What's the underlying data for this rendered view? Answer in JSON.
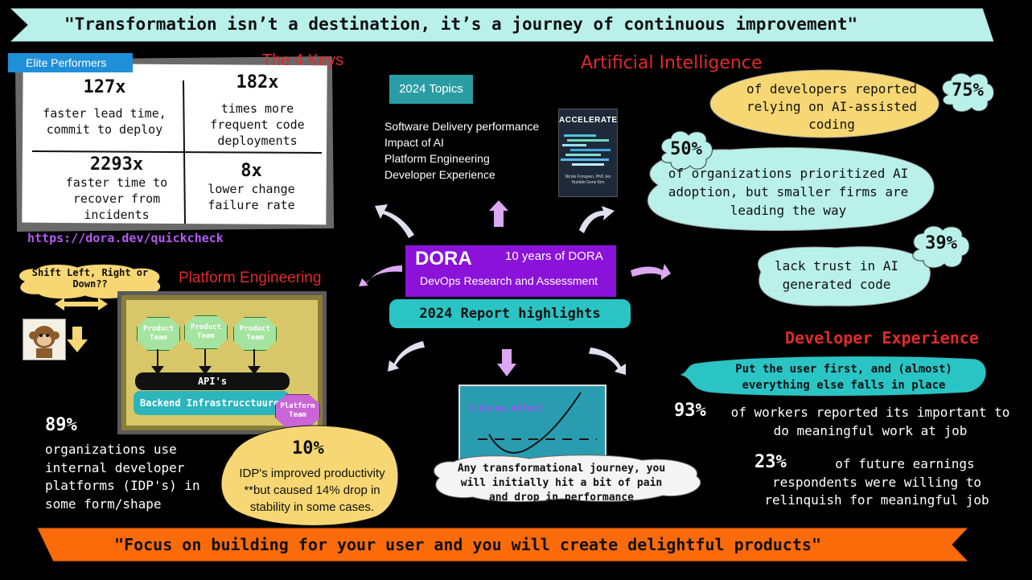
{
  "top_banner": "\"Transformation isn’t a destination, it’s a journey of continuous improvement\"",
  "bottom_banner": "\"Focus on building for your user and you will create delightful products\"",
  "four_keys": {
    "badge": "Elite Performers",
    "title": "The 4 Keys",
    "cells": [
      {
        "value": "127x",
        "desc": "faster lead time, commit to deploy"
      },
      {
        "value": "182x",
        "desc": "times more frequent code deployments"
      },
      {
        "value": "2293x",
        "desc": "faster time to recover from incidents"
      },
      {
        "value": "8x",
        "desc": "lower change failure rate"
      }
    ],
    "link": "https://dora.dev/quickcheck"
  },
  "topics": {
    "badge": "2024 Topics",
    "items": [
      "Software Delivery performance",
      "Impact of AI",
      "Platform Engineering",
      "Developer Experience"
    ],
    "book_title": "ACCELERATE",
    "book_authors": "Nicole Forsgren, PhD  Jez Humble  Gene Kim"
  },
  "center": {
    "dora": "DORA",
    "years": "10 years of DORA",
    "full_name": "DevOps Research and Assessment",
    "report": "2024 Report highlights"
  },
  "ai": {
    "title": "Artificial Intelligence",
    "stat1_value": "75%",
    "stat1_text": "of developers reported relying on AI-assisted coding",
    "stat2_value": "50%",
    "stat2_text": "of organizations prioritized AI adoption, but smaller firms are leading the way",
    "stat3_value": "39%",
    "stat3_text": "lack trust in AI generated code"
  },
  "platform": {
    "shift_text": "Shift Left, Right or Down??",
    "title": "Platform Engineering",
    "product_team": "Product Team",
    "apis": "API's",
    "backend": "Backend Infrastrucctuure",
    "platform_team": "Platform Team",
    "stat_value": "89%",
    "stat_text": "organizations use internal developer platforms (IDP's) in some form/shape",
    "idp_value": "10%",
    "idp_text": "IDP's improved productivity **but caused 14% drop in stability in some cases."
  },
  "jcurve": {
    "label": "J-Curve effect",
    "caption": "Any transformational journey, you will initially hit a bit of pain and drop in performance"
  },
  "devex": {
    "title": "Developer Experience",
    "quote": "Put the user first, and (almost) everything else falls in place",
    "stat1_value": "93%",
    "stat1_text": "of workers reported its important to do meaningful work at job",
    "stat2_value": "23%",
    "stat2_text": "of future earnings respondents were willing to relinquish for meaningful job"
  },
  "colors": {
    "cyan": "#a8ece6",
    "teal": "#2bb5bd",
    "purple": "#8a12d9",
    "yellow": "#f6d774",
    "orange": "#fb6b0a",
    "red": "#e02b2b",
    "lavender": "#d9a8f0"
  }
}
